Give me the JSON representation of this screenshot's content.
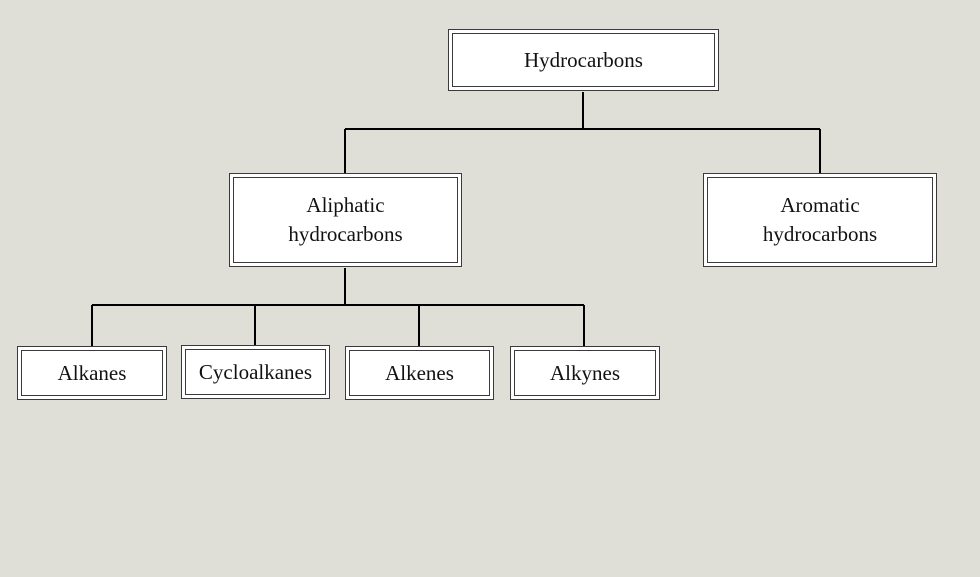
{
  "diagram": {
    "nodes": {
      "root": {
        "label": "Hydrocarbons"
      },
      "aliphatic": {
        "label": [
          "Aliphatic",
          "hydrocarbons"
        ]
      },
      "aromatic": {
        "label": [
          "Aromatic",
          "hydrocarbons"
        ]
      },
      "alkanes": {
        "label": "Alkanes"
      },
      "cycloalkanes": {
        "label": "Cycloalkanes"
      },
      "alkenes": {
        "label": "Alkenes"
      },
      "alkynes": {
        "label": "Alkynes"
      }
    },
    "edges": [
      [
        "root",
        "aliphatic"
      ],
      [
        "root",
        "aromatic"
      ],
      [
        "aliphatic",
        "alkanes"
      ],
      [
        "aliphatic",
        "cycloalkanes"
      ],
      [
        "aliphatic",
        "alkenes"
      ],
      [
        "aliphatic",
        "alkynes"
      ]
    ],
    "colors": {
      "background": "#dfdfd7",
      "box_fill": "#ffffff",
      "line": "#000000",
      "text": "#111111"
    }
  }
}
